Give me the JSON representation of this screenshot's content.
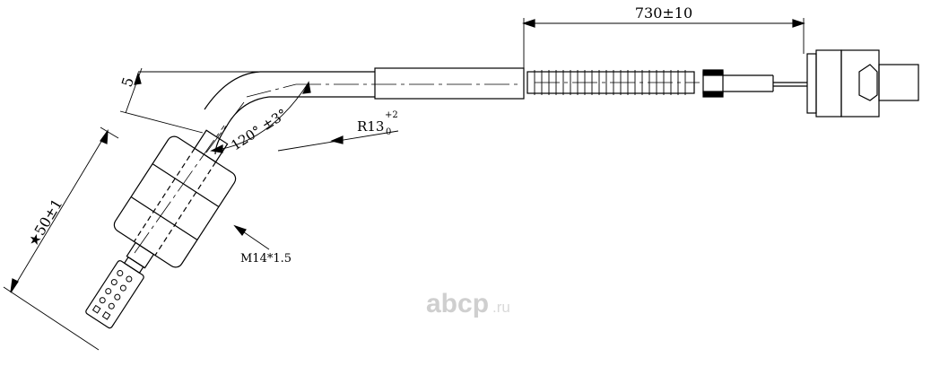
{
  "dimensions": {
    "length": "730±10",
    "diameter_5": "5",
    "angle": "120° ±3°",
    "radius_main": "R13",
    "radius_tol_upper": "+2",
    "radius_tol_lower": "0",
    "thread": "M14*1.5",
    "probe_length": "★50±1"
  },
  "watermark": {
    "brand": "abcp",
    "suffix": ".ru"
  },
  "colors": {
    "line": "#000000",
    "watermark": "#cfcfcf"
  }
}
